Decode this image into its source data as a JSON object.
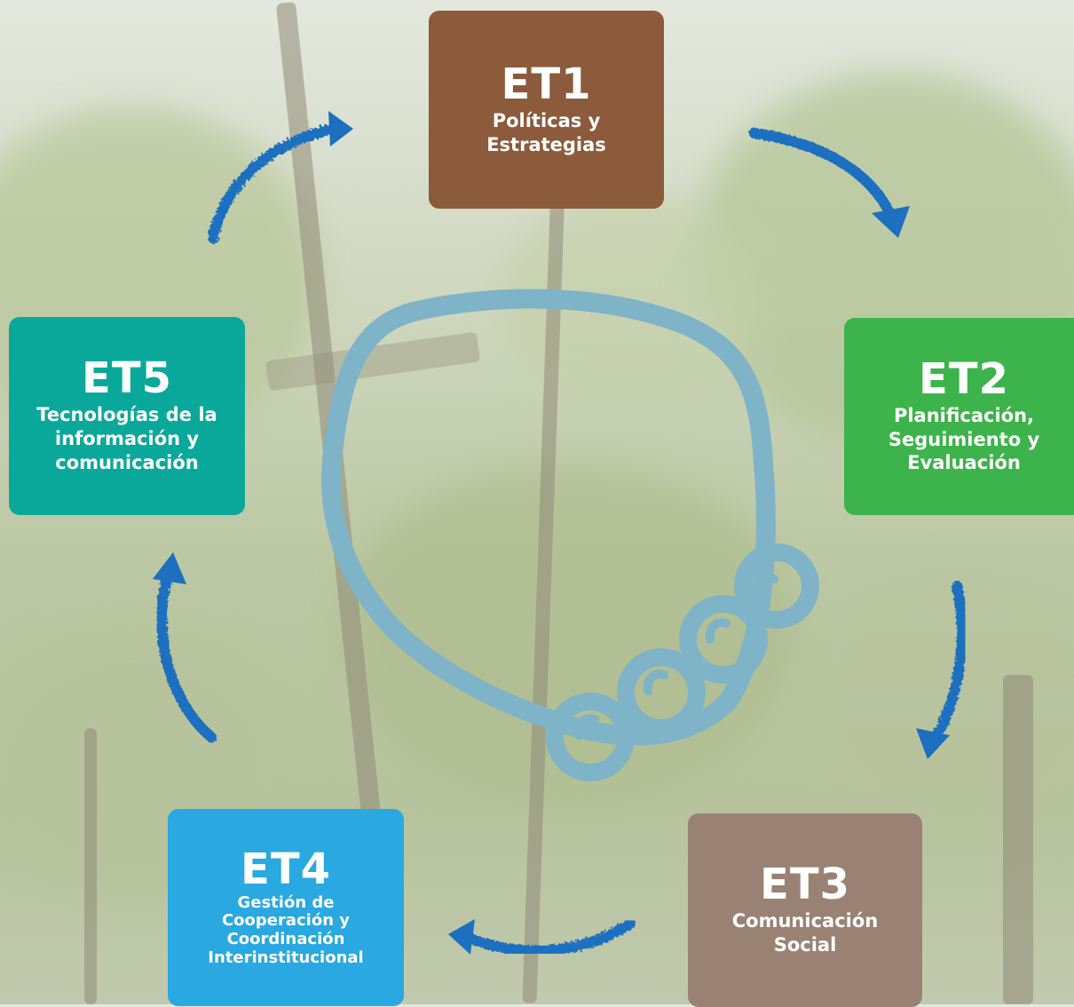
{
  "boxes": {
    "et1": {
      "code": "ET1",
      "label": "Políticas y Estrategias"
    },
    "et2": {
      "code": "ET2",
      "label": "Planificación, Seguimiento y Evaluación"
    },
    "et3": {
      "code": "ET3",
      "label": "Comunicación Social"
    },
    "et4": {
      "code": "ET4",
      "label": "Gestión de Cooperación y Coordinación Interinstitucional"
    },
    "et5": {
      "code": "ET5",
      "label": "Tecnologías de la información y comunicación"
    }
  },
  "colors": {
    "et1": "#8b5b3b",
    "et2": "#3db34b",
    "et3": "#998274",
    "et4": "#29a8e1",
    "et5": "#0aa89a",
    "arrow": "#1d6fbf",
    "glyph": "#7fb3c7"
  },
  "icons": {
    "center": "maya-day-glyph-icon",
    "arrow": "brush-stroke-arrow-icon"
  }
}
